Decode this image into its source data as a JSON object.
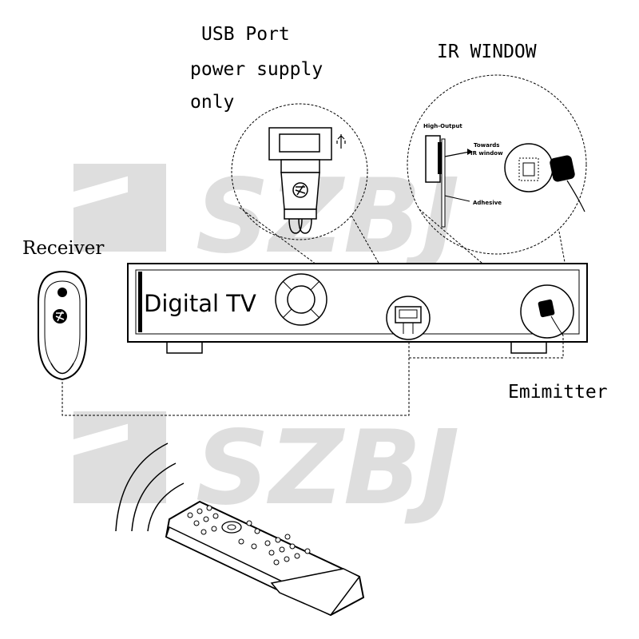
{
  "watermark": {
    "text": "SZBJ",
    "color": "#d4d4d4"
  },
  "labels": {
    "usb_line1": "USB Port",
    "usb_line2": "power supply",
    "usb_line3": "only",
    "ir_window": "IR WINDOW",
    "receiver": "Receiver",
    "emitter": "Emimitter"
  },
  "ir_detail": {
    "high_output": "High-Output",
    "towards": "Towards",
    "ir_window_small": "IR window",
    "adhesive": "Adhesive"
  },
  "tv_box": {
    "title": "Digital  TV"
  },
  "icons": [
    "usb-icon",
    "brand-logo-icon",
    "infrared-signal-icon",
    "remote-control-icon"
  ]
}
